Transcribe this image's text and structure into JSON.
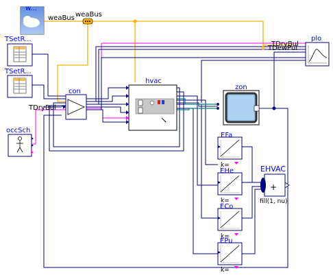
{
  "blocks": {
    "weather": {
      "label": "w..."
    },
    "tset1": {
      "label": "TSetR..."
    },
    "tset2": {
      "label": "TSetR..."
    },
    "occ": {
      "label": "occSch"
    },
    "con": {
      "label": "con"
    },
    "hvac": {
      "label": "hvac"
    },
    "zon": {
      "label": "zon"
    },
    "plo": {
      "label": "plo"
    },
    "efan": {
      "label": "EFa",
      "param": "k="
    },
    "ehea": {
      "label": "EHe",
      "param": "k="
    },
    "ecoo": {
      "label": "ECo",
      "param": "k="
    },
    "epum": {
      "label": "EPu",
      "param": "k="
    },
    "ehvac": {
      "label": "EHVAC",
      "symbol": "+",
      "param": "fill(1, nu)"
    }
  },
  "signals": {
    "weaBus1": "weaBus",
    "weaBus2": "weaBus",
    "tdrybul_con": "TDryBul",
    "tdrybul_plo": "TDryBul",
    "tdewpul_plo": "TDewPul"
  },
  "colors": {
    "real": "#000080",
    "bus": "#ffb000",
    "heat": "#191970",
    "fluid": "#008080",
    "bool": "#ff00ff",
    "label": "#0000ff"
  }
}
